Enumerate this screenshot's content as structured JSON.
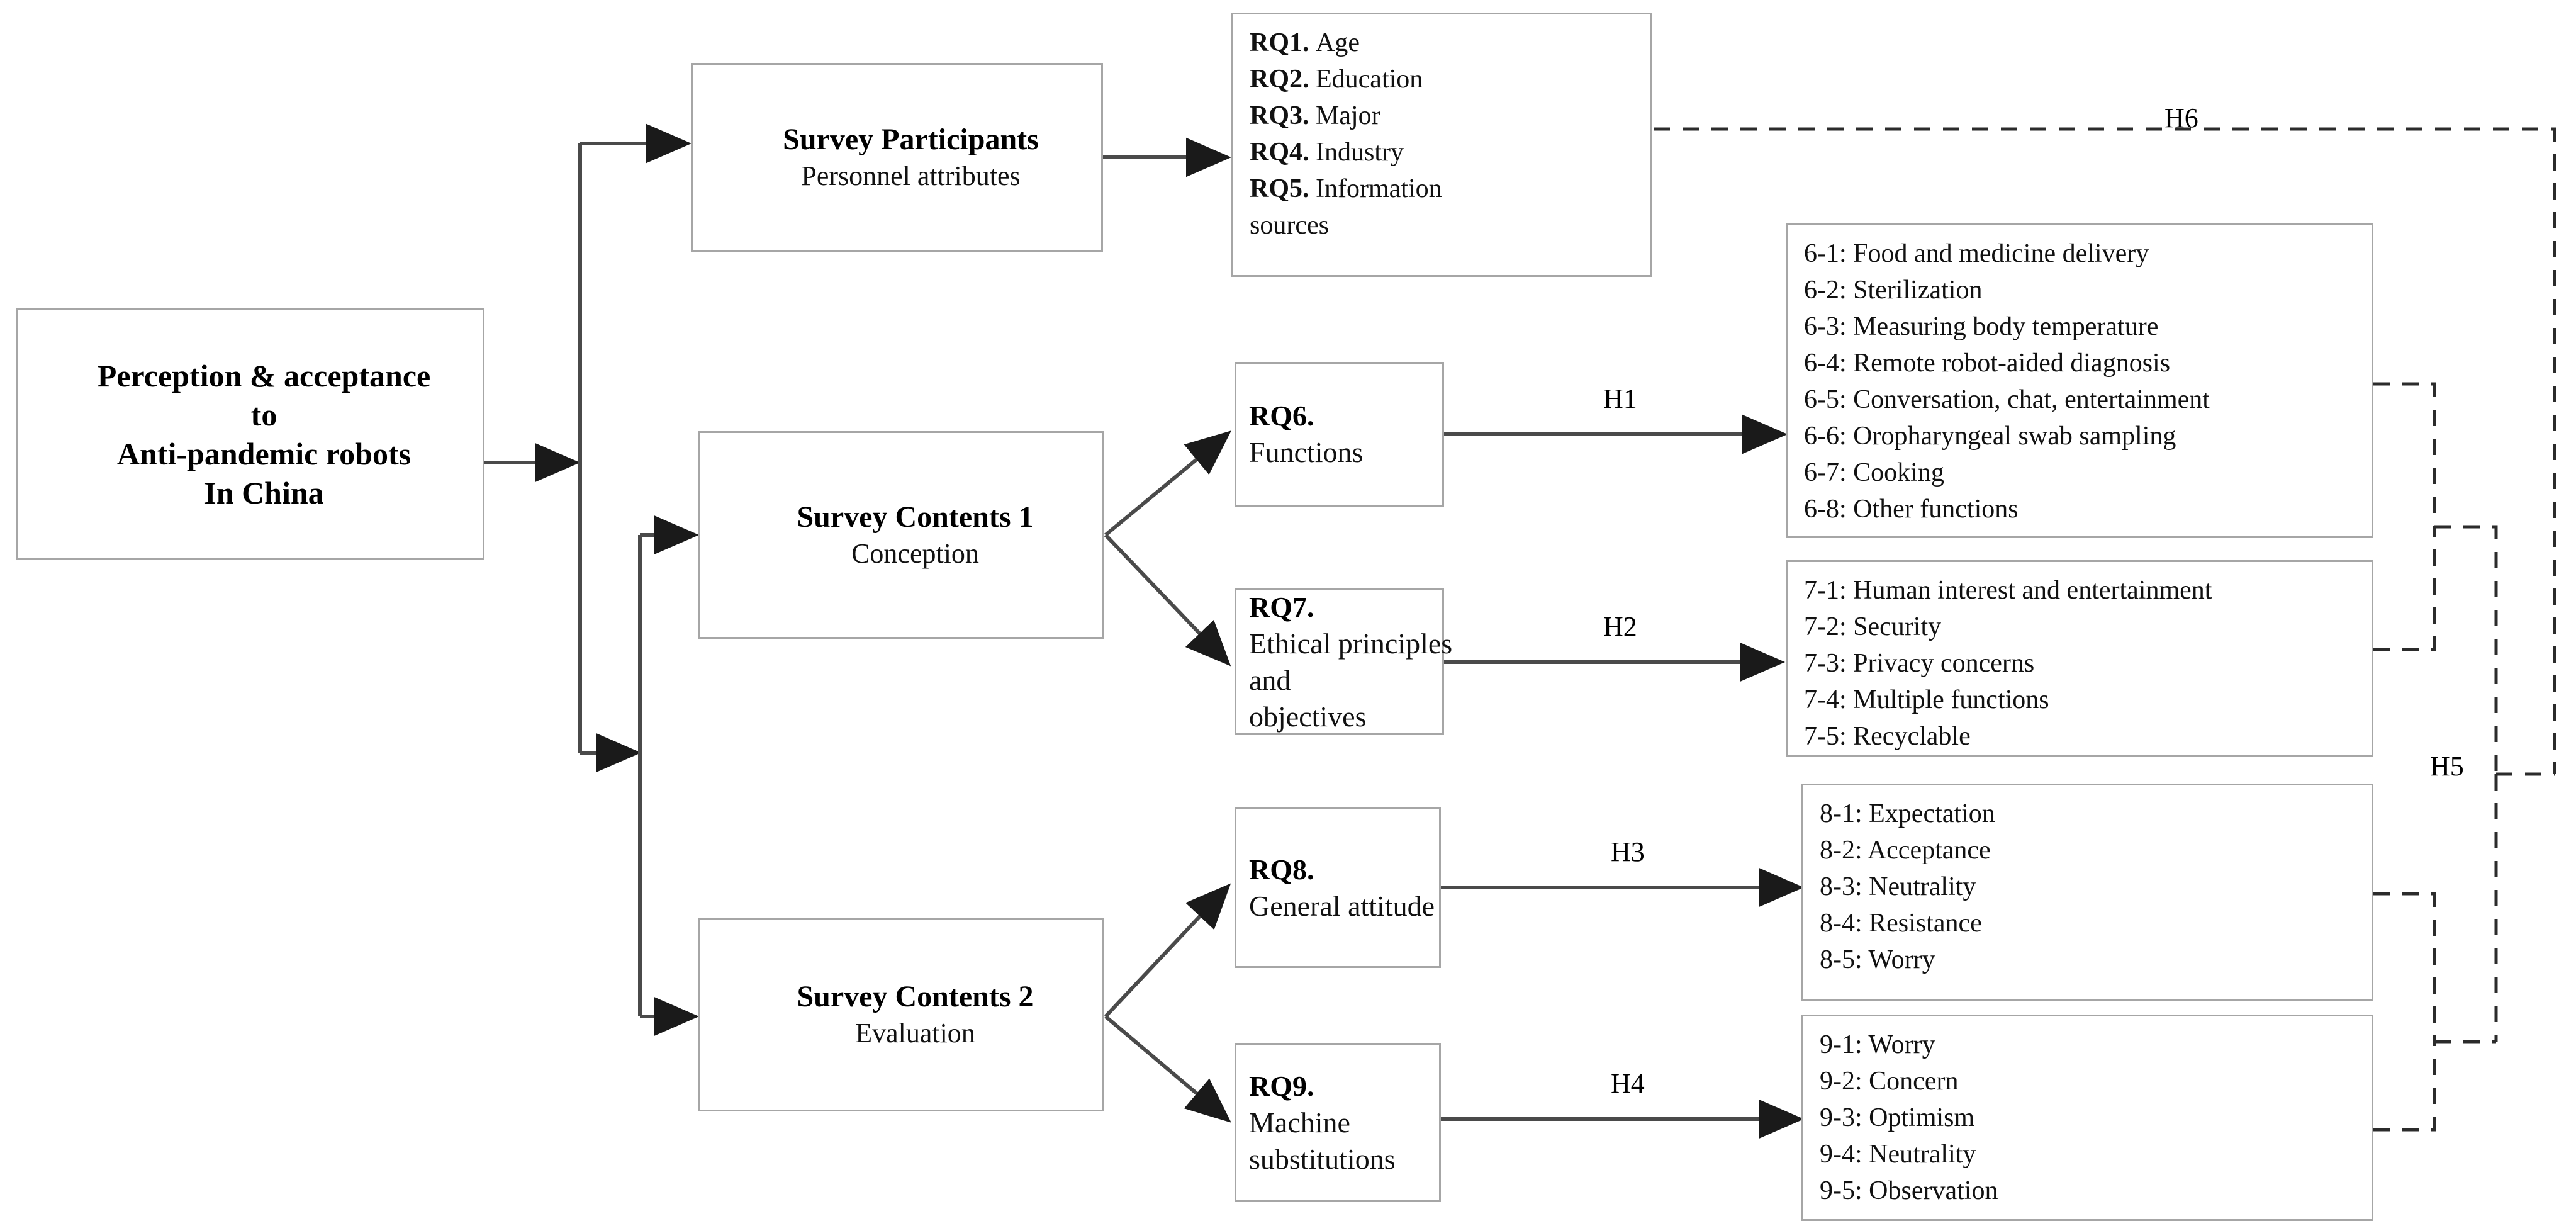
{
  "diagram": {
    "title_root": {
      "line1": "Perception & acceptance",
      "line2": "to",
      "line3": "Anti-pandemic robots",
      "line4": "In China"
    },
    "branches": {
      "participants": {
        "title": "Survey Participants",
        "subtitle": "Personnel attributes"
      },
      "contents1": {
        "title": "Survey Contents 1",
        "subtitle": "Conception"
      },
      "contents2": {
        "title": "Survey Contents 2",
        "subtitle": "Evaluation"
      }
    },
    "research_questions": {
      "rq6": {
        "code": "RQ6.",
        "text": "Functions"
      },
      "rq7": {
        "code": "RQ7.",
        "line1": "Ethical principles and",
        "line2": "objectives"
      },
      "rq8": {
        "code": "RQ8.",
        "text": "General attitude"
      },
      "rq9": {
        "code": "RQ9.",
        "text": "Machine substitutions"
      }
    },
    "participant_items": [
      {
        "code": "RQ1.",
        "text": "Age"
      },
      {
        "code": "RQ2.",
        "text": "Education"
      },
      {
        "code": "RQ3.",
        "text": "Major"
      },
      {
        "code": "RQ4.",
        "text": "Industry"
      },
      {
        "code": "RQ5.",
        "text": "Information"
      },
      {
        "code": "",
        "text": "sources"
      }
    ],
    "list6": [
      "6-1: Food and medicine delivery",
      "6-2: Sterilization",
      "6-3: Measuring body temperature",
      "6-4: Remote robot-aided diagnosis",
      "6-5: Conversation, chat, entertainment",
      "6-6: Oropharyngeal swab sampling",
      "6-7: Cooking",
      "6-8: Other functions"
    ],
    "list7": [
      "7-1: Human interest and entertainment",
      "7-2: Security",
      "7-3: Privacy concerns",
      "7-4: Multiple functions",
      "7-5: Recyclable"
    ],
    "list8": [
      "8-1: Expectation",
      "8-2: Acceptance",
      "8-3: Neutrality",
      "8-4: Resistance",
      "8-5: Worry"
    ],
    "list9": [
      "9-1: Worry",
      "9-2: Concern",
      "9-3: Optimism",
      "9-4: Neutrality",
      "9-5: Observation"
    ],
    "hypotheses": {
      "h1": "H1",
      "h2": "H2",
      "h3": "H3",
      "h4": "H4",
      "h5": "H5",
      "h6": "H6"
    },
    "colors": {
      "box_border": "#a6a6a6",
      "connector": "#3a3a3a",
      "dashed": "#2b2b2b",
      "text": "#000000",
      "background": "#ffffff"
    }
  }
}
